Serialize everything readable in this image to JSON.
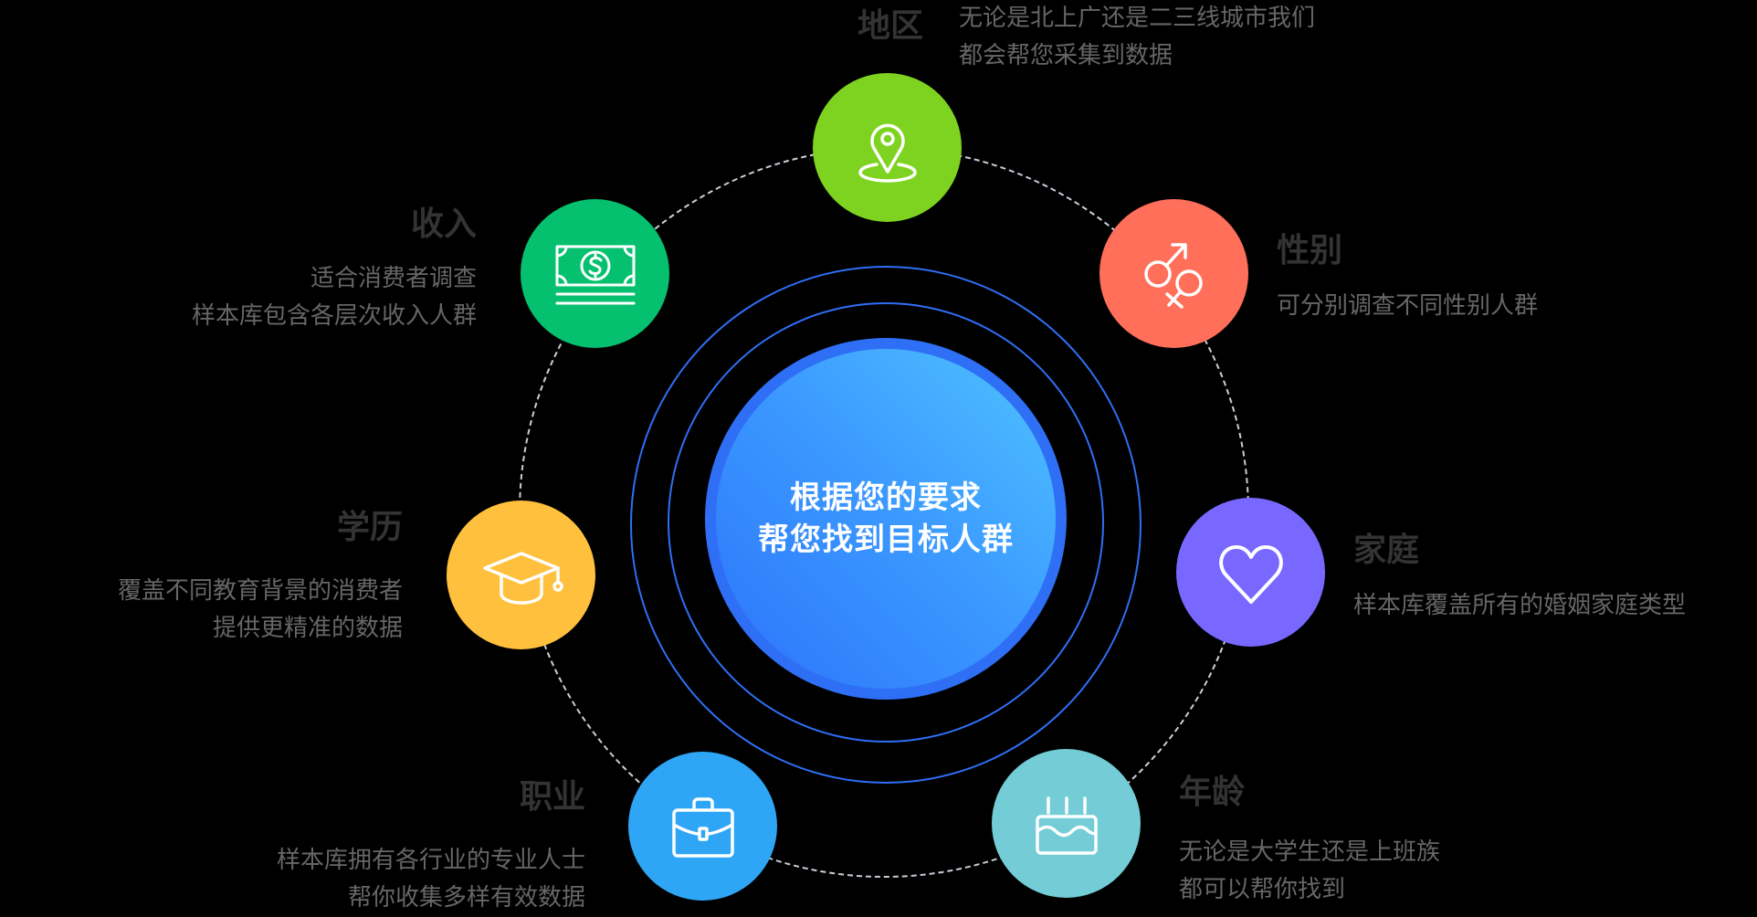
{
  "center": {
    "line1": "根据您的要求",
    "line2": "帮您找到目标人群",
    "color_from": "#4FC3FF",
    "color_to": "#2C73FA",
    "ring_color": "#2F6FF6"
  },
  "nodes": {
    "region": {
      "title": "地区",
      "desc1": "无论是北上广还是二三线城市我们",
      "desc2": "都会帮您采集到数据",
      "icon": "location-pin-icon",
      "color": "#7ED321"
    },
    "gender": {
      "title": "性别",
      "desc1": "可分别调查不同性别人群",
      "icon": "gender-icon",
      "color": "#FF6F5A"
    },
    "family": {
      "title": "家庭",
      "desc1": "样本库覆盖所有的婚姻家庭类型",
      "icon": "heart-icon",
      "color": "#7868FF"
    },
    "age": {
      "title": "年龄",
      "desc1": "无论是大学生还是上班族",
      "desc2": "都可以帮你找到",
      "icon": "birthday-cake-icon",
      "color": "#73CCD6"
    },
    "career": {
      "title": "职业",
      "desc1": "样本库拥有各行业的专业人士",
      "desc2": "帮你收集多样有效数据",
      "icon": "briefcase-icon",
      "color": "#2EA6F5"
    },
    "education": {
      "title": "学历",
      "desc1": "覆盖不同教育背景的消费者",
      "desc2": "提供更精准的数据",
      "icon": "graduation-cap-icon",
      "color": "#FFC03D"
    },
    "income": {
      "title": "收入",
      "desc1": "适合消费者调查",
      "desc2": "样本库包含各层次收入人群",
      "icon": "money-icon",
      "color": "#05C06E"
    }
  }
}
